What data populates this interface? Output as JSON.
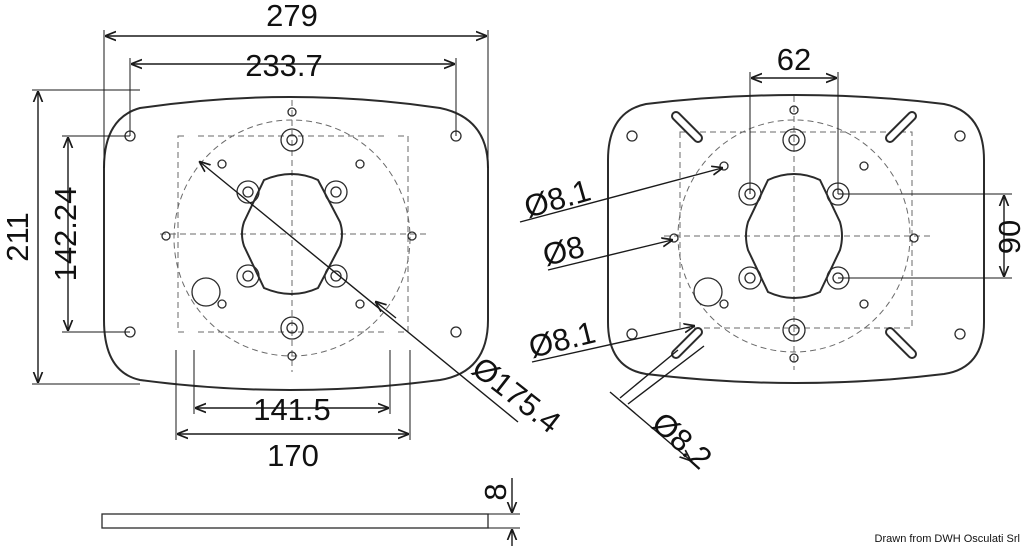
{
  "left_view": {
    "width_overall": "279",
    "width_holes": "233.7",
    "height_overall": "211",
    "height_holes": "142.24",
    "bottom_inner": "141.5",
    "bottom_outer": "170",
    "circle_diameter": "Ø175.4"
  },
  "right_view": {
    "top_spacing": "62",
    "side_spacing": "90",
    "hole_upper": "Ø8.1",
    "hole_mid": "Ø8",
    "hole_lower": "Ø8.1",
    "hole_slot": "Ø8.2"
  },
  "side_view": {
    "thickness": "8"
  },
  "credit": "Drawn from DWH Osculati Srl",
  "colors": {
    "line": "#2b2b2b",
    "background": "#ffffff"
  }
}
